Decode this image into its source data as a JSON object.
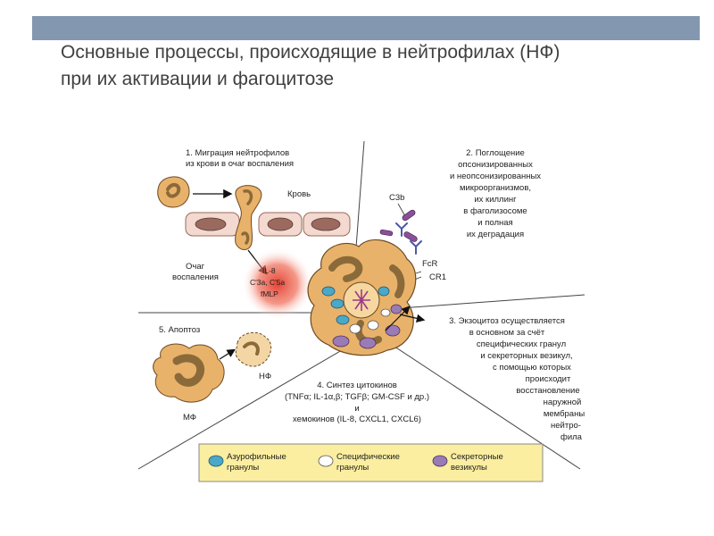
{
  "slide": {
    "title_line1": "Основные процессы, происходящие в нейтрофилах (НФ)",
    "title_line2": "при их активации и фагоцитозе"
  },
  "diagram": {
    "step1_line1": "1. Миграция нейтрофилов",
    "step1_line2": "из крови в очаг воспаления",
    "blood": "Кровь",
    "focus_line1": "Очаг",
    "focus_line2": "воспаления",
    "chemo_1": "IL-8",
    "chemo_2": "C'3a, C'5a",
    "chemo_3": "fMLP",
    "step2_lines": [
      "2. Поглощение",
      "опсонизированных",
      "и неопсонизированных",
      "микроорганизмов,",
      "их киллинг",
      "в фаголизосоме",
      "и полная",
      "их деградация"
    ],
    "c3b": "C3b",
    "fcr": "FcR",
    "cr1": "CR1",
    "step3_lines": [
      "3. Экзоцитоз осуществляется",
      "в основном за счёт",
      "специфических гранул",
      "и секреторных везикул,",
      "с помощью которых",
      "происходит",
      "восстановление",
      "наружной",
      "мембраны",
      "нейтро-",
      "фила"
    ],
    "step4_lines": [
      "4. Синтез цитокинов",
      "(TNFα; IL-1α,β; TGFβ; GM-CSF и др.)",
      "и",
      "хемокинов (IL-8, CXCL1, CXCL6)"
    ],
    "step5": "5. Апоптоз",
    "nf": "НФ",
    "mf": "МФ"
  },
  "legend": {
    "azurophil_line1": "Азурофильные",
    "azurophil_line2": "гранулы",
    "specific_line1": "Специфические",
    "specific_line2": "гранулы",
    "secretory_line1": "Секреторные",
    "secretory_line2": "везикулы"
  },
  "colors": {
    "header_bar": "#8497b0",
    "cell_fill": "#e9b26a",
    "nucleus": "#8b6a3a",
    "azurophil": "#4aa8c8",
    "specific": "#ffffff",
    "secretory": "#9b7bb5",
    "legend_bg": "#fbeea0",
    "inflammation": "#e33a2a"
  }
}
